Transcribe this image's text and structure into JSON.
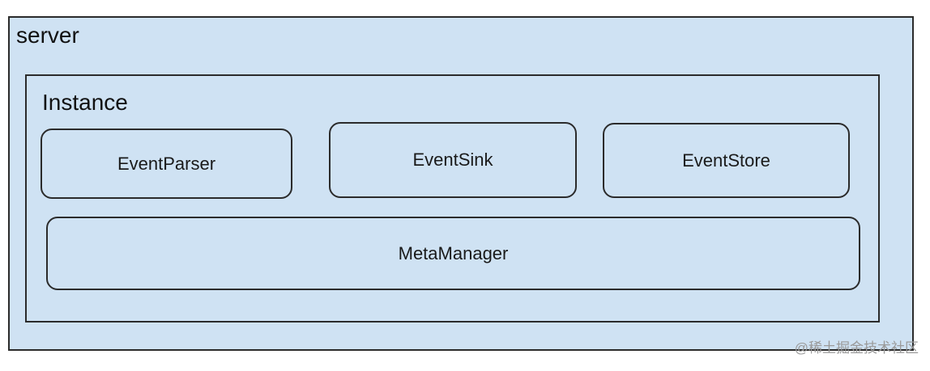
{
  "server": {
    "label": "server"
  },
  "instance": {
    "label": "Instance",
    "components": {
      "event_parser": "EventParser",
      "event_sink": "EventSink",
      "event_store": "EventStore",
      "meta_manager": "MetaManager"
    }
  },
  "watermark": "@稀土掘金技术社区",
  "colors": {
    "box_fill": "#cfe2f3",
    "border": "#2b2b2b"
  }
}
